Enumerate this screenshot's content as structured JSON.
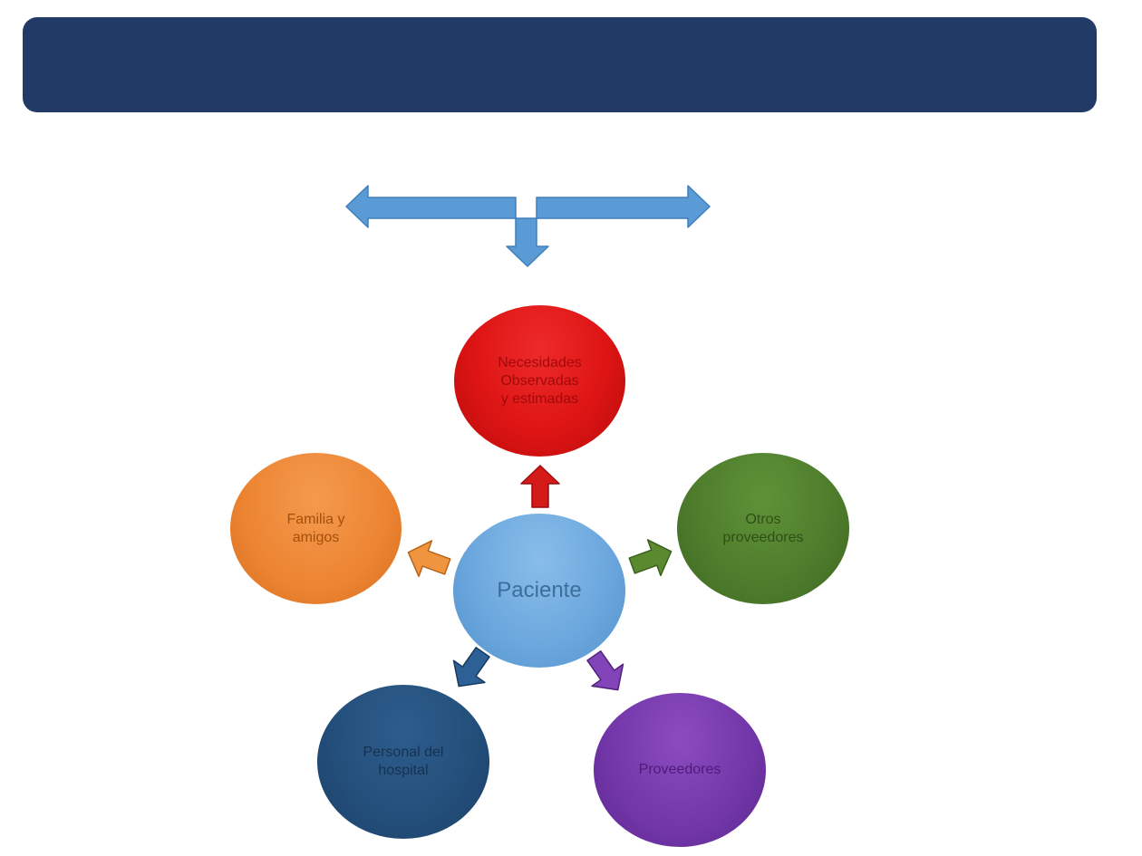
{
  "diagram": {
    "center": {
      "label": "Paciente"
    },
    "nodes": {
      "necesidades": {
        "label": "Necesidades\nObservadas\ny estimadas"
      },
      "otros_proveedores": {
        "label": "Otros\nproveedores"
      },
      "familia": {
        "label": "Familia y\namigos"
      },
      "personal_hospital": {
        "label": "Personal del\nhospital"
      },
      "proveedores": {
        "label": "Proveedores"
      }
    }
  },
  "colors": {
    "header_bar": "#213a66",
    "top_arrow": "#5b9bd5",
    "necesidades": "#dd1414",
    "otros_proveedores": "#4d7b2b",
    "familia": "#ec8432",
    "paciente": "#6aa6dd",
    "personal_hospital": "#234e7a",
    "proveedores": "#7236a8"
  }
}
